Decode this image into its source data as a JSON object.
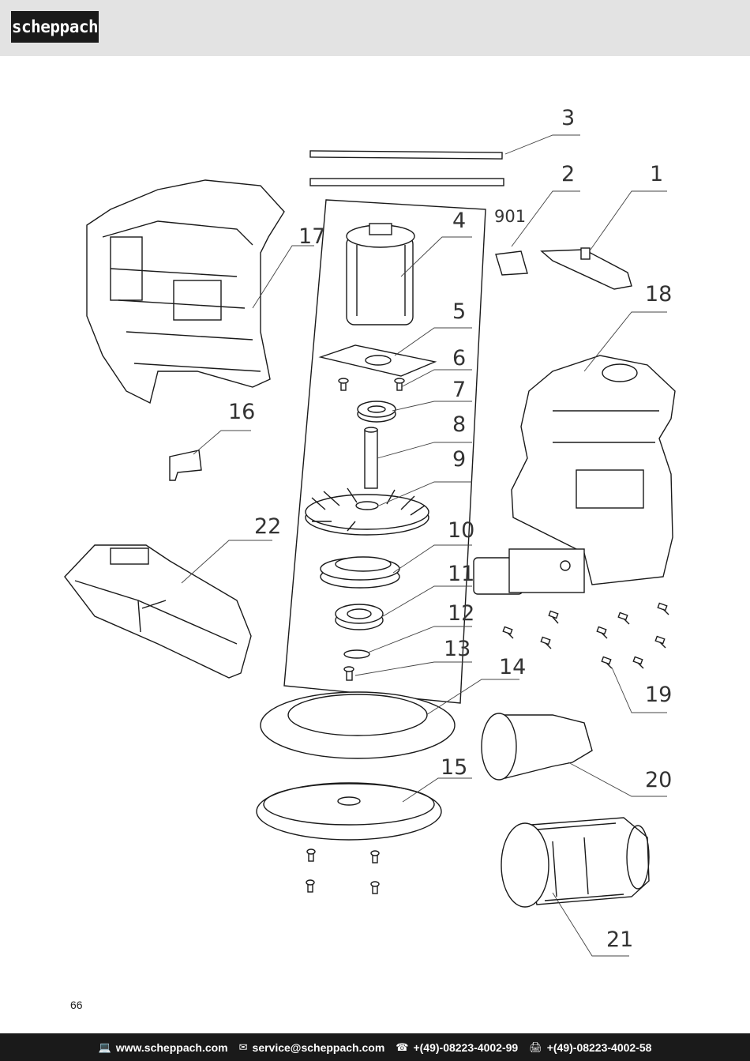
{
  "header": {
    "logo_text": "scheppach"
  },
  "diagram": {
    "callouts": [
      "1",
      "2",
      "3",
      "4",
      "5",
      "6",
      "7",
      "8",
      "9",
      "10",
      "11",
      "12",
      "13",
      "14",
      "15",
      "16",
      "17",
      "18",
      "19",
      "20",
      "21",
      "22",
      "901"
    ]
  },
  "page": {
    "number": "66"
  },
  "footer": {
    "website": "www.scheppach.com",
    "email": "service@scheppach.com",
    "phone": "+(49)-08223-4002-99",
    "fax": "+(49)-08223-4002-58",
    "icons": [
      "computer-icon",
      "mail-icon",
      "phone-icon",
      "fax-icon"
    ]
  }
}
